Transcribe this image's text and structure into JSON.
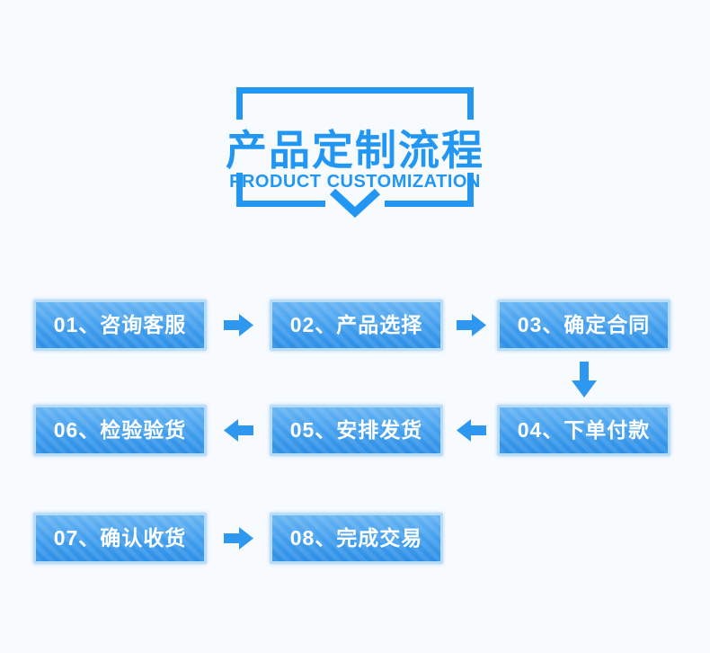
{
  "header": {
    "title": "产品定制流程",
    "subtitle": "PRODUCT CUSTOMIZATION"
  },
  "steps": [
    {
      "label": "01、咨询客服"
    },
    {
      "label": "02、产品选择"
    },
    {
      "label": "03、确定合同"
    },
    {
      "label": "04、下单付款"
    },
    {
      "label": "05、安排发货"
    },
    {
      "label": "06、检验验货"
    },
    {
      "label": "07、确认收货"
    },
    {
      "label": "08、完成交易"
    }
  ],
  "icons": [
    "arrow-right-icon",
    "arrow-left-icon",
    "arrow-down-icon",
    "chevron-down-icon",
    "bracket-frame"
  ],
  "colors": {
    "accent_blue": "#2196f3",
    "box_gradient_top": "#68b5f3",
    "box_gradient_bottom": "#2d8fe6",
    "box_border": "#b9ddf8",
    "arrow_blue": "#2e97f0",
    "step_text": "#ffffff",
    "background": "#f8fbfe"
  }
}
